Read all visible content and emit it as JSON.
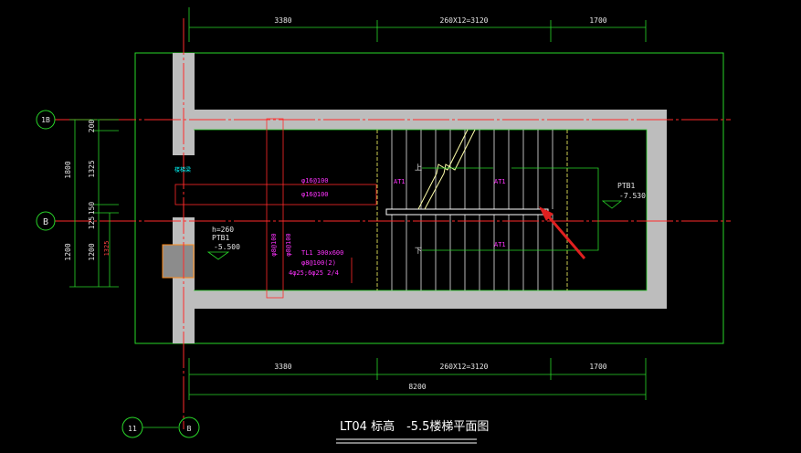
{
  "drawing": {
    "title": "LT04 标高　-5.5楼梯平面图",
    "top_dims": [
      "3380",
      "260X12=3120",
      "1700"
    ],
    "bottom_dims": [
      "3380",
      "260X12=3120",
      "1700"
    ],
    "bottom_total": "8200",
    "left_dims": [
      "200",
      "1325",
      "150",
      "125",
      "1200",
      "1200",
      "1800",
      "1325"
    ],
    "grid_axes": [
      "1B",
      "B",
      "11",
      "B"
    ],
    "slab_labels": {
      "ptb1_left": "PTB1",
      "ptb1_left_h": "h=260",
      "ptb1_left_level": "-5.500",
      "ptb1_right": "PTB1",
      "ptb1_right_level": "-7.530"
    },
    "stair_labels": {
      "at1_a": "AT1",
      "at1_b": "AT1",
      "at1_c": "AT1",
      "up": "上",
      "down": "下"
    },
    "rebar_labels": [
      "φ16@100",
      "φ16@100",
      "φ8@100",
      "φ8@100"
    ],
    "beam_tl1": [
      "TL1 300x600",
      "φ8@100(2)",
      "4φ25;6φ25 2/4"
    ],
    "wall_tag": "楼梯梁",
    "annotation_arrow_color": "#e02020"
  }
}
